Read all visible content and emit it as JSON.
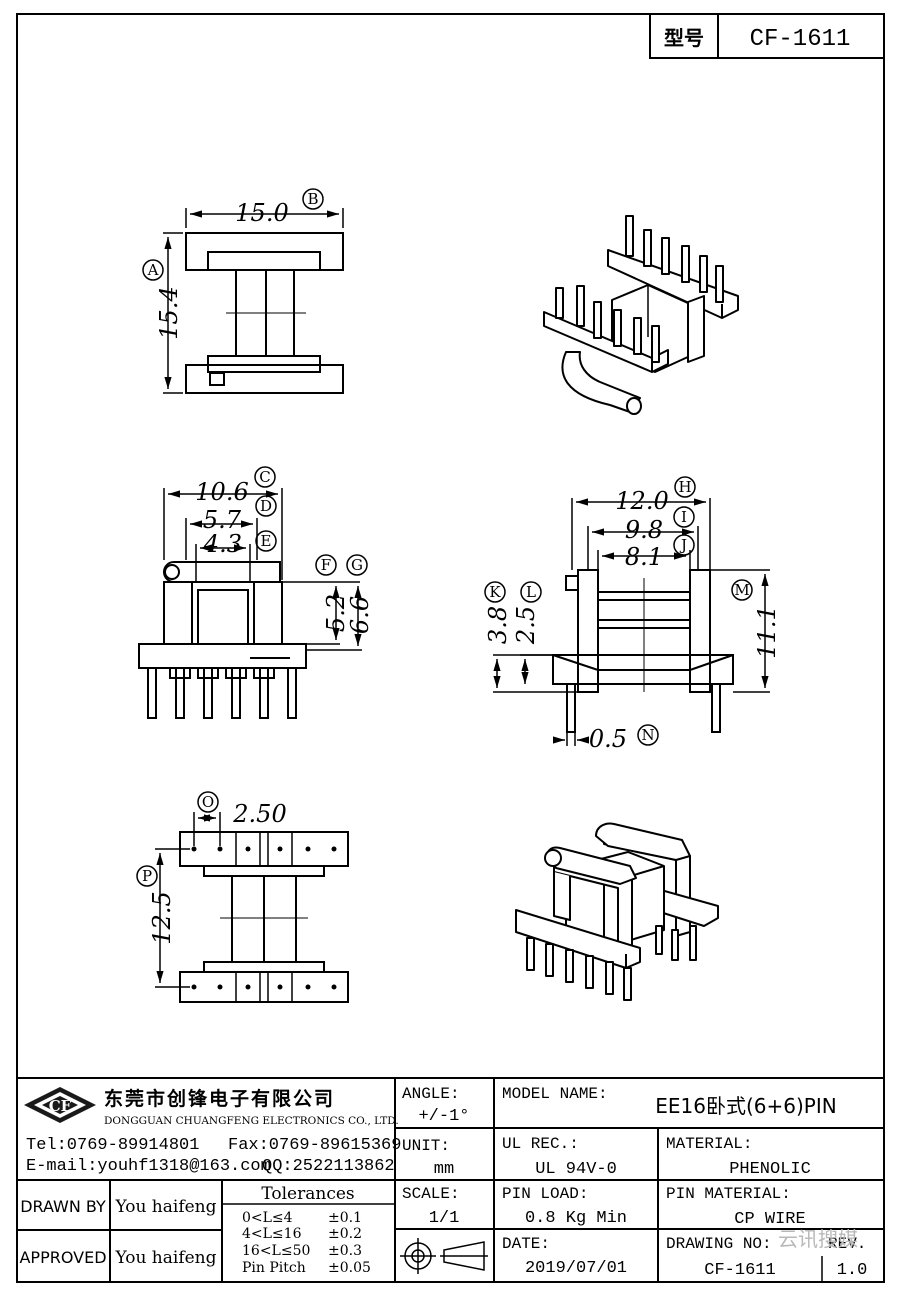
{
  "header": {
    "type_label": "型号",
    "type_value": "CF-1611"
  },
  "dimensions": {
    "a": "15.0",
    "b": "15.4",
    "c": "10.6",
    "d": "5.7",
    "e": "4.3",
    "f": "5.2",
    "g": "6.6",
    "h": "12.0",
    "i": "9.8",
    "j": "8.1",
    "k": "3.8",
    "l": "2.5",
    "m": "11.1",
    "n": "0.5",
    "o": "2.50",
    "p": "12.5"
  },
  "callouts": {
    "a": "A",
    "b": "B",
    "c": "C",
    "d": "D",
    "e": "E",
    "f": "F",
    "g": "G",
    "h": "H",
    "i": "I",
    "j": "J",
    "k": "K",
    "l": "L",
    "m": "M",
    "n": "N",
    "o": "O",
    "p": "P"
  },
  "company": {
    "logo_text": "CF",
    "name_cn": "东莞市创锋电子有限公司",
    "name_en": "DONGGUAN CHUANGFENG ELECTRONICS CO., LTD.",
    "tel": "Tel:0769-89914801",
    "fax": "Fax:0769-89615369",
    "email": "E-mail:youhf1318@163.com",
    "qq": "QQ:2522113862"
  },
  "title_block": {
    "angle_label": "ANGLE:",
    "angle_value": "+/-1°",
    "unit_label": "UNIT:",
    "unit_value": "mm",
    "scale_label": "SCALE:",
    "scale_value": "1/1",
    "model_label": "MODEL NAME:",
    "model_value": "EE16卧式(6+6)PIN",
    "ul_label": "UL REC.:",
    "ul_value": "UL 94V-0",
    "material_label": "MATERIAL:",
    "material_value": "PHENOLIC",
    "pin_load_label": "PIN LOAD:",
    "pin_load_value": "0.8 Kg Min",
    "pin_material_label": "PIN MATERIAL:",
    "pin_material_value": "CP WIRE",
    "date_label": "DATE:",
    "date_value": "2019/07/01",
    "drawing_no_label": "DRAWING NO:",
    "drawing_no_value": "CF-1611",
    "rev_label": "REV.",
    "rev_value": "1.0",
    "drawn_by_label": "DRAWN BY",
    "drawn_by_value": "You haifeng",
    "approved_label": "APPROVED",
    "approved_value": "You haifeng",
    "tolerances_title": "Tolerances",
    "tolerances": [
      {
        "range": "0<L≤4",
        "value": "±0.1"
      },
      {
        "range": "4<L≤16",
        "value": "±0.2"
      },
      {
        "range": "16<L≤50",
        "value": "±0.3"
      },
      {
        "range": "Pin Pitch",
        "value": "±0.05"
      }
    ]
  },
  "watermark": "云讯搜媒"
}
